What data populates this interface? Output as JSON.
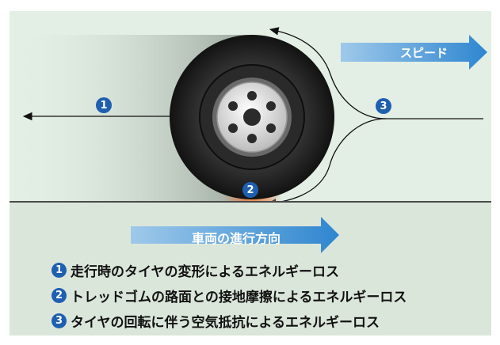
{
  "arrows": {
    "speed_label": "スピード",
    "direction_label": "車両の進行方向"
  },
  "markers": [
    "1",
    "2",
    "3"
  ],
  "legend": [
    {
      "num": "1",
      "text": "走行時のタイヤの変形によるエネルギーロス"
    },
    {
      "num": "2",
      "text": "トレッドゴムの路面との接地摩擦によるエネルギーロス"
    },
    {
      "num": "3",
      "text": "タイヤの回転に伴う空気抵抗によるエネルギーロス"
    }
  ],
  "colors": {
    "accent_blue": "#1f5fb0",
    "arrow_gradient_start": "#9fc9ea",
    "arrow_gradient_end": "#2e86d0",
    "background": "#e3efe4"
  }
}
